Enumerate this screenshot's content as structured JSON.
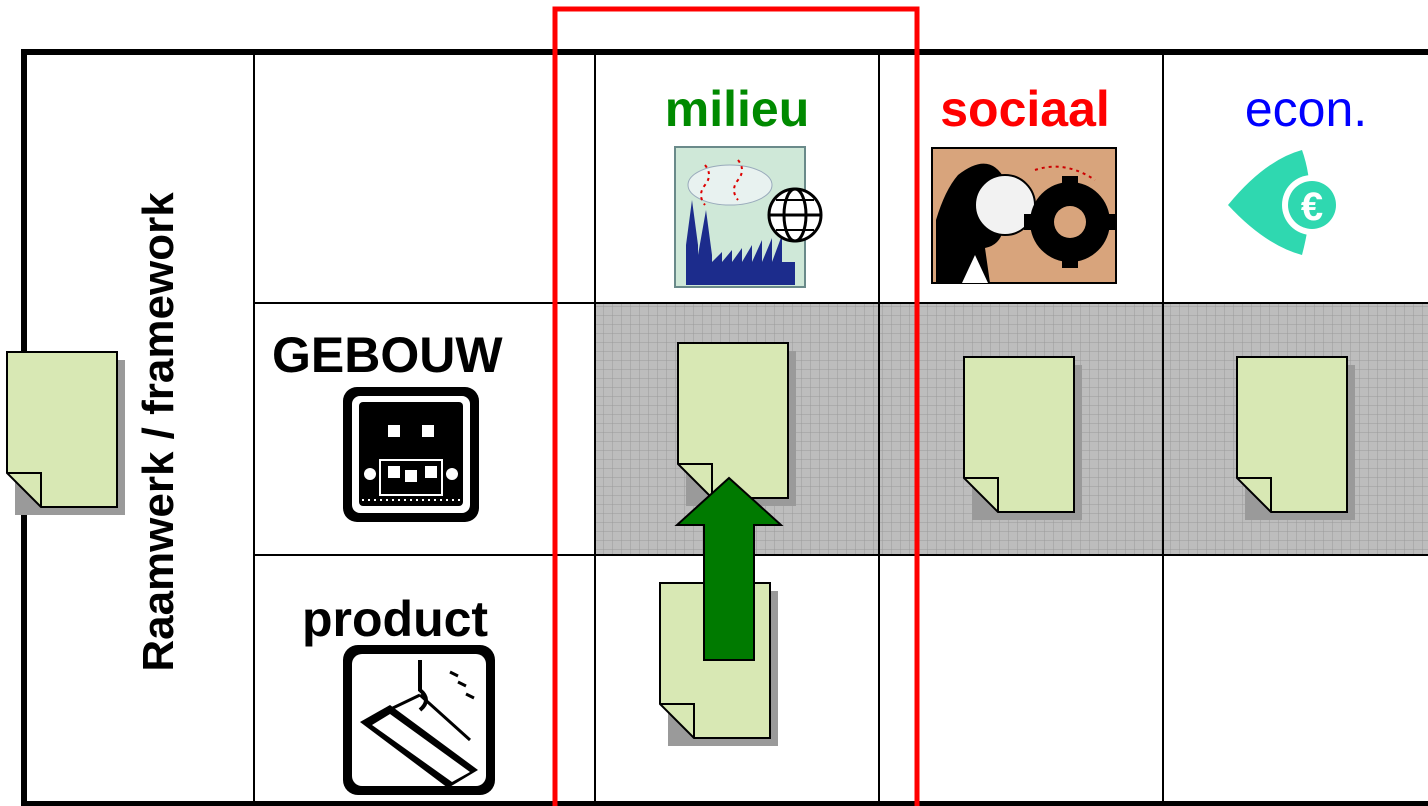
{
  "left_label": "Raamwerk / framework",
  "columns": [
    {
      "label": "milieu",
      "color": "#008a00",
      "bold": true,
      "icon": "factory-globe-icon"
    },
    {
      "label": "sociaal",
      "color": "#ff0000",
      "bold": true,
      "icon": "head-gears-icon"
    },
    {
      "label": "econ.",
      "color": "#0000ff",
      "bold": false,
      "icon": "euro-icon"
    }
  ],
  "rows": [
    {
      "label": "GEBOUW",
      "icon": "house-icon"
    },
    {
      "label": "product",
      "icon": "crane-beam-icon"
    }
  ],
  "colors": {
    "document_fill": "#d8e8b4",
    "grid_shade": "#b8b8b8",
    "arrow": "#007a00",
    "highlight_frame": "#ff0000",
    "euro_icon": "#2fd8b0"
  }
}
